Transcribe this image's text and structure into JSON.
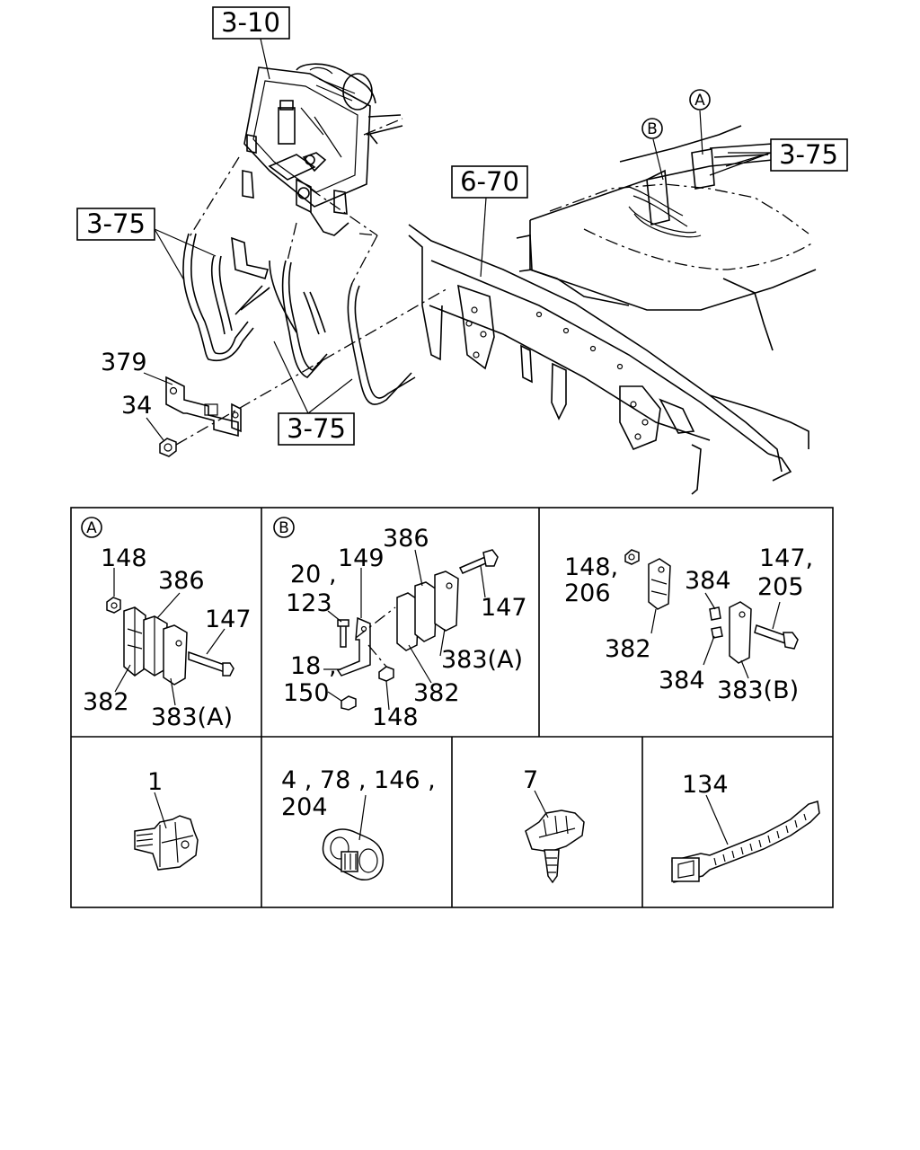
{
  "main_view": {
    "refs": {
      "r1": "3-10",
      "r2": "3-75",
      "r3": "6-70",
      "r4": "3-75",
      "r5": "3-75"
    },
    "labels": {
      "p379": "379",
      "p34": "34"
    },
    "markers": {
      "a": "A",
      "b": "B"
    }
  },
  "panel_a": {
    "marker": "A",
    "labels": {
      "p148": "148",
      "p386": "386",
      "p147": "147",
      "p382": "382",
      "p383": "383(A)"
    }
  },
  "panel_b": {
    "marker": "B",
    "labels": {
      "p386": "386",
      "p20": "20 ,",
      "p149": "149",
      "p123": "123",
      "p147": "147",
      "p383": "383(A)",
      "p18": "18 ,",
      "p150": "150",
      "p382": "382",
      "p148": "148"
    }
  },
  "panel_c": {
    "labels": {
      "p148": "148,",
      "p206": "206",
      "p384a": "384",
      "p147": "147,",
      "p205": "205",
      "p382": "382",
      "p384b": "384",
      "p383": "383(B)"
    }
  },
  "panel_1": {
    "label": "1"
  },
  "panel_4": {
    "line1": "4 , 78 , 146 ,",
    "line2": "204"
  },
  "panel_7": {
    "label": "7"
  },
  "panel_134": {
    "label": "134"
  }
}
